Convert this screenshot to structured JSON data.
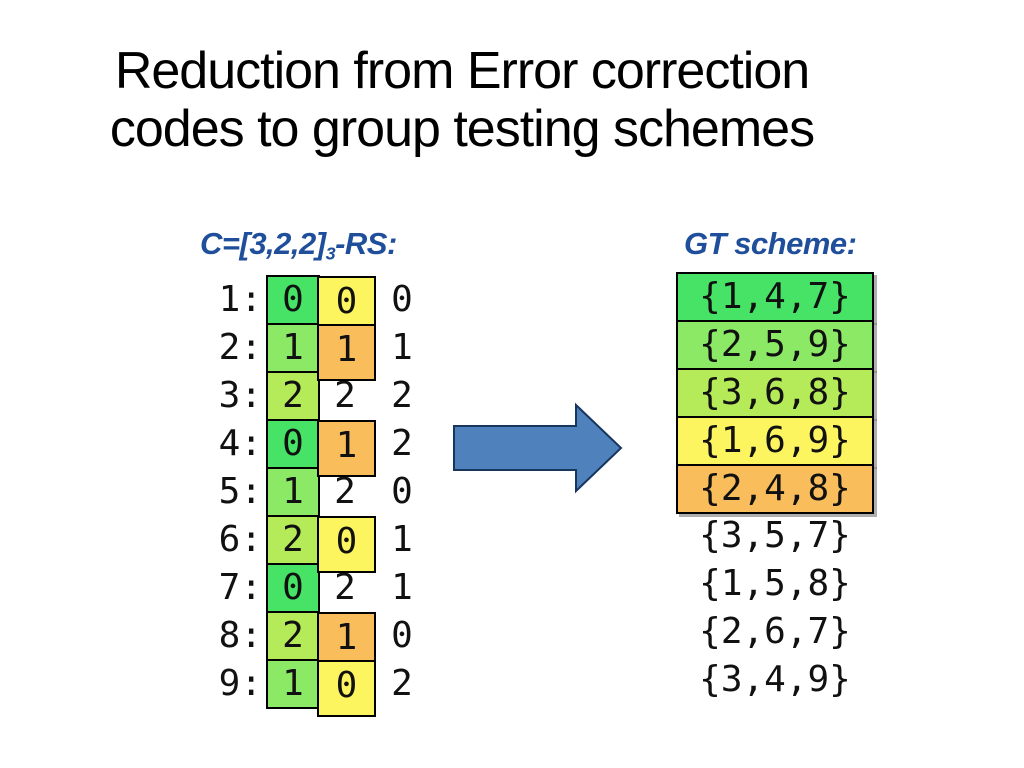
{
  "title": {
    "line1": "Reduction from Error correction",
    "line2": "codes to group testing schemes"
  },
  "left_panel": {
    "header": {
      "prefix": "C=[3,2,2]",
      "subscript": "3",
      "suffix": "-RS:"
    },
    "rows": [
      {
        "label": "1:",
        "digits": [
          "0",
          "0",
          "0"
        ],
        "col1_color": "#47e366",
        "col2_color": "#fdf55f"
      },
      {
        "label": "2:",
        "digits": [
          "1",
          "1",
          "1"
        ],
        "col1_color": "#8ce966",
        "col2_color": "#f9bd5b"
      },
      {
        "label": "3:",
        "digits": [
          "2",
          "2",
          "2"
        ],
        "col1_color": "#b5ea58",
        "col2_color": ""
      },
      {
        "label": "4:",
        "digits": [
          "0",
          "1",
          "2"
        ],
        "col1_color": "#47e366",
        "col2_color": "#f9bd5b"
      },
      {
        "label": "5:",
        "digits": [
          "1",
          "2",
          "0"
        ],
        "col1_color": "#8ce966",
        "col2_color": ""
      },
      {
        "label": "6:",
        "digits": [
          "2",
          "0",
          "1"
        ],
        "col1_color": "#b5ea58",
        "col2_color": "#fdf55f"
      },
      {
        "label": "7:",
        "digits": [
          "0",
          "2",
          "1"
        ],
        "col1_color": "#47e366",
        "col2_color": ""
      },
      {
        "label": "8:",
        "digits": [
          "2",
          "1",
          "0"
        ],
        "col1_color": "#b5ea58",
        "col2_color": "#f9bd5b"
      },
      {
        "label": "9:",
        "digits": [
          "1",
          "0",
          "2"
        ],
        "col1_color": "#8ce966",
        "col2_color": "#fdf55f"
      }
    ]
  },
  "right_panel": {
    "header": "GT scheme:",
    "rows": [
      {
        "set": "{1,4,7}",
        "color": "#47e366"
      },
      {
        "set": "{2,5,9}",
        "color": "#8ce966"
      },
      {
        "set": "{3,6,8}",
        "color": "#b5ea58"
      },
      {
        "set": "{1,6,9}",
        "color": "#fdf55f"
      },
      {
        "set": "{2,4,8}",
        "color": "#f9bd5b"
      },
      {
        "set": "{3,5,7}",
        "color": ""
      },
      {
        "set": "{1,5,8}",
        "color": ""
      },
      {
        "set": "{2,6,7}",
        "color": ""
      },
      {
        "set": "{3,4,9}",
        "color": ""
      }
    ]
  },
  "arrow": {
    "direction": "right",
    "fill": "#4f81bd",
    "stroke": "#17365d"
  },
  "colors": {
    "digit0_pos1_green": "#47e366",
    "digit1_pos1_green": "#8ce966",
    "digit2_pos1_green": "#b5ea58",
    "digit0_pos2_yellow": "#fdf55f",
    "digit1_pos2_orange": "#f9bd5b",
    "header_blue": "#1f4e9b"
  }
}
